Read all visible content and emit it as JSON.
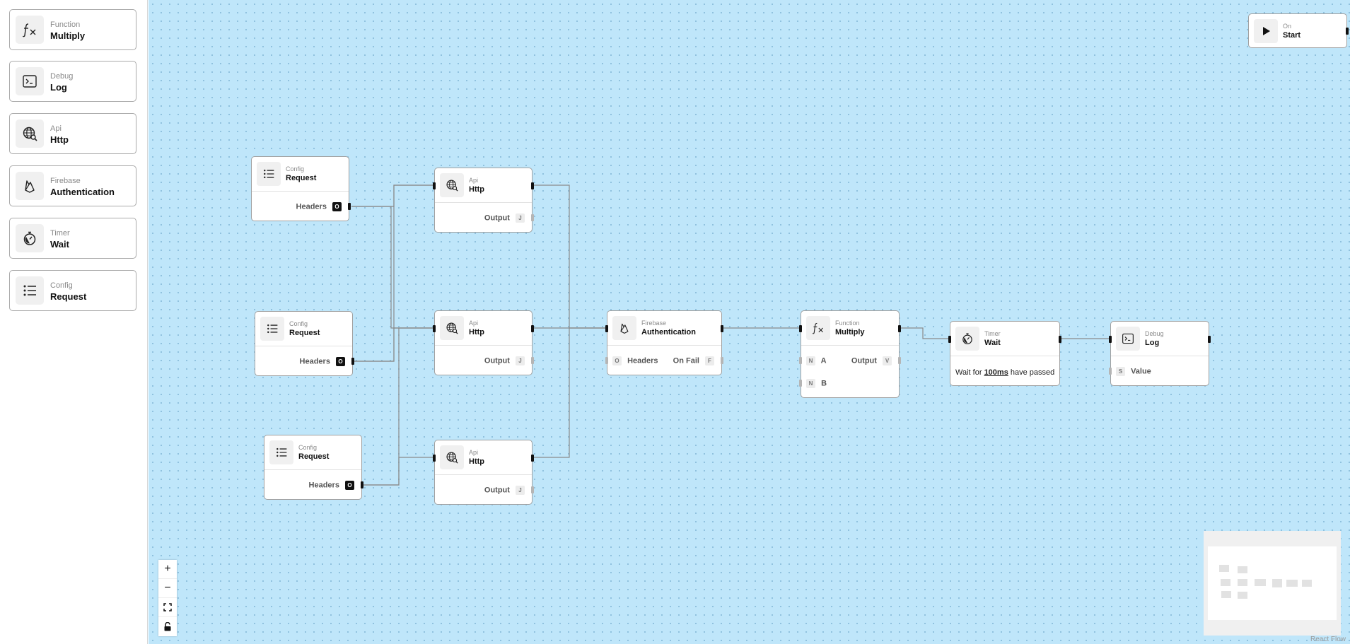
{
  "sidebar": {
    "items": [
      {
        "category": "Function",
        "title": "Multiply",
        "icon": "function-icon"
      },
      {
        "category": "Debug",
        "title": "Log",
        "icon": "terminal-icon"
      },
      {
        "category": "Api",
        "title": "Http",
        "icon": "globe-search-icon"
      },
      {
        "category": "Firebase",
        "title": "Authentication",
        "icon": "firebase-icon"
      },
      {
        "category": "Timer",
        "title": "Wait",
        "icon": "stopwatch-icon"
      },
      {
        "category": "Config",
        "title": "Request",
        "icon": "list-icon"
      }
    ]
  },
  "nodes": {
    "start": {
      "category": "On",
      "title": "Start",
      "icon": "play-icon"
    },
    "request1": {
      "category": "Config",
      "title": "Request",
      "output_label": "Headers",
      "output_badge": "O"
    },
    "request2": {
      "category": "Config",
      "title": "Request",
      "output_label": "Headers",
      "output_badge": "O"
    },
    "request3": {
      "category": "Config",
      "title": "Request",
      "output_label": "Headers",
      "output_badge": "O"
    },
    "http1": {
      "category": "Api",
      "title": "Http",
      "output_label": "Output",
      "output_badge": "J"
    },
    "http2": {
      "category": "Api",
      "title": "Http",
      "output_label": "Output",
      "output_badge": "J"
    },
    "http3": {
      "category": "Api",
      "title": "Http",
      "output_label": "Output",
      "output_badge": "J"
    },
    "auth": {
      "category": "Firebase",
      "title": "Authentication",
      "input_label": "Headers",
      "input_badge": "O",
      "output_label": "On Fail",
      "output_badge": "F"
    },
    "multiply": {
      "category": "Function",
      "title": "Multiply",
      "input_a_label": "A",
      "input_a_badge": "N",
      "input_b_label": "B",
      "input_b_badge": "N",
      "output_label": "Output",
      "output_badge": "V"
    },
    "wait": {
      "category": "Timer",
      "title": "Wait",
      "text_prefix": "Wait for",
      "duration": "100ms",
      "text_suffix": "have passed"
    },
    "log": {
      "category": "Debug",
      "title": "Log",
      "input_label": "Value",
      "input_badge": "S"
    }
  },
  "controls": {
    "zoom_in": "+",
    "zoom_out": "−"
  },
  "attribution": "React Flow",
  "colors": {
    "canvas": "#bfe6fa",
    "edge": "#8a8a8a",
    "handle": "#111111"
  }
}
